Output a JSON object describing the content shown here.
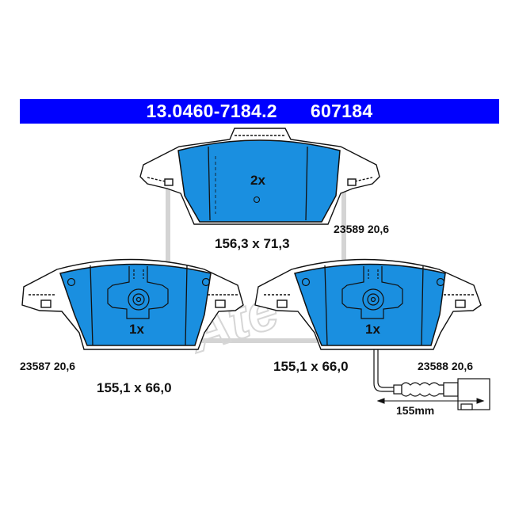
{
  "header": {
    "part_number": "13.0460-7184.2",
    "ref_number": "607184",
    "color": "#0000ff"
  },
  "pads": [
    {
      "id": "top",
      "quantity": "2x",
      "code": "23589 20,6",
      "dimensions": "156,3 x 71,3"
    },
    {
      "id": "left",
      "quantity": "1x",
      "code": "23587 20,6",
      "dimensions": "155,1 x 66,0"
    },
    {
      "id": "right",
      "quantity": "1x",
      "code": "23588 20,6",
      "dimensions": "155,1 x 66,0"
    }
  ],
  "sensor": {
    "length": "155mm"
  },
  "colors": {
    "pad_fill": "#1a8fe0",
    "outline": "#111111",
    "watermark": "#d2d2d2"
  },
  "watermark": {
    "logo": "Ate"
  }
}
